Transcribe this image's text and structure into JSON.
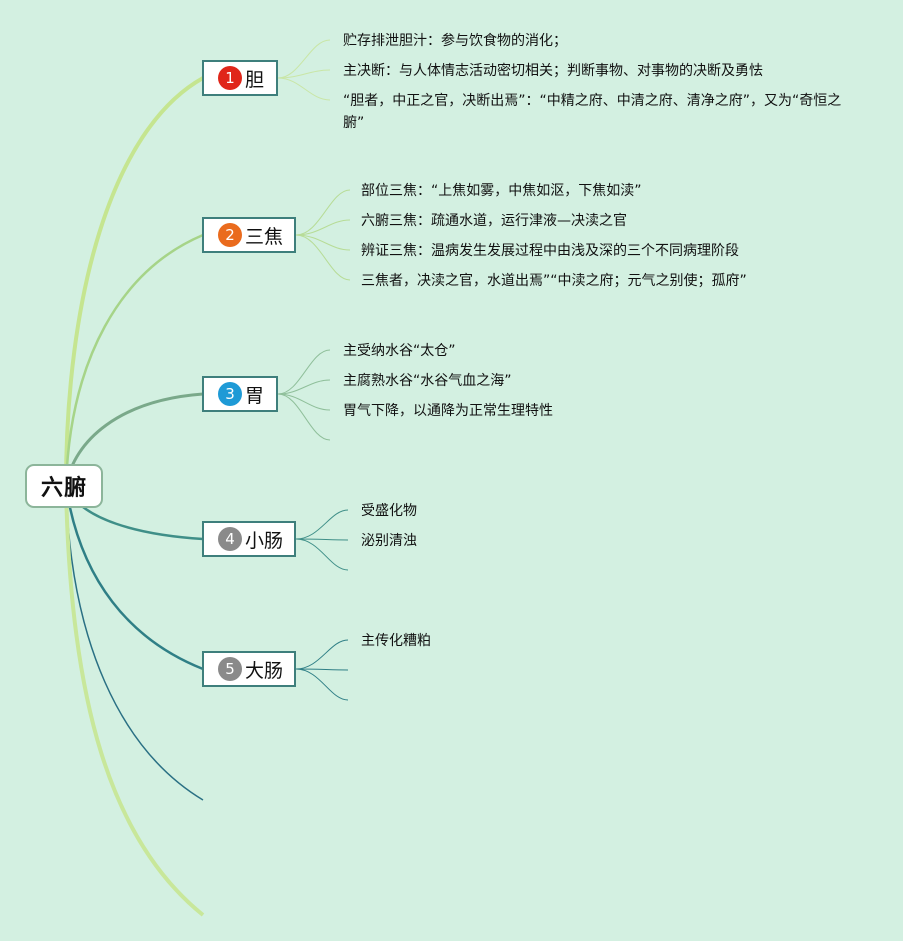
{
  "root": {
    "label": "六腑"
  },
  "branches": [
    {
      "id": "dan",
      "number": "1",
      "badge_color": "#e0261a",
      "label": "胆",
      "leaves": [
        "贮存排泄胆汁：参与饮食物的消化；",
        "主决断：与人体情志活动密切相关；判断事物、对事物的决断及勇怯",
        "“胆者，中正之官，决断出焉”：“中精之府、中清之府、清净之府”，又为“奇恒之腑”"
      ]
    },
    {
      "id": "sanjiao",
      "number": "2",
      "badge_color": "#ea6b1d",
      "label": "三焦",
      "leaves": [
        "部位三焦：“上焦如雾，中焦如沤，下焦如渎”",
        "六腑三焦：疏通水道，运行津液—决渎之官",
        "辨证三焦：温病发生发展过程中由浅及深的三个不同病理阶段",
        "三焦者，决渎之官，水道出焉”“中渎之府；元气之别使；孤府”"
      ]
    },
    {
      "id": "wei",
      "number": "3",
      "badge_color": "#1e9ad6",
      "label": "胃",
      "leaves": [
        "主受纳水谷“太仓”",
        "主腐熟水谷“水谷气血之海”",
        "胃气下降，以通降为正常生理特性"
      ]
    },
    {
      "id": "xiaochang",
      "number": "4",
      "badge_color": "#8a8a8a",
      "label": "小肠",
      "leaves": [
        "受盛化物",
        "泌别清浊"
      ]
    },
    {
      "id": "dachang",
      "number": "5",
      "badge_color": "#8a8a8a",
      "label": "大肠",
      "leaves": [
        "主传化糟粕"
      ]
    }
  ],
  "colors": {
    "background": "#d3f0e1",
    "link_light": "#bfe38c",
    "link_mid": "#8fc88a",
    "link_teal": "#2f7f86",
    "node_border": "#3e7f7c"
  }
}
